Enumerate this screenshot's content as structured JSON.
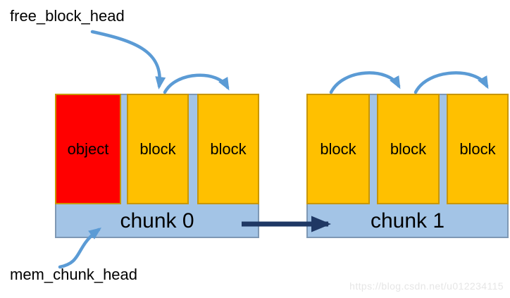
{
  "labels": {
    "free_block_head": "free_block_head",
    "mem_chunk_head": "mem_chunk_head"
  },
  "chunks": [
    {
      "label": "chunk 0",
      "blocks": [
        {
          "label": "object",
          "state": "allocated"
        },
        {
          "label": "block",
          "state": "free"
        },
        {
          "label": "block",
          "state": "free"
        }
      ]
    },
    {
      "label": "chunk 1",
      "blocks": [
        {
          "label": "block",
          "state": "free"
        },
        {
          "label": "block",
          "state": "free"
        },
        {
          "label": "block",
          "state": "free"
        }
      ]
    }
  ],
  "icons": {
    "free_block_head_pointer": "curved-arrow-icon",
    "free_list_links": "arc-arrow-icon",
    "chunk_link": "straight-arrow-icon",
    "mem_chunk_head_pointer": "s-curve-arrow-icon"
  },
  "watermark": "https://blog.csdn.net/u012234115",
  "colors": {
    "block_fill": "#FFC000",
    "block_border": "#C89600",
    "object_fill": "#FF0000",
    "chunk_fill": "#A3C4E6",
    "chunk_border": "#7E98B4",
    "pointer_arrow": "#5B9BD5",
    "chunk_link_arrow": "#1F3864",
    "text": "#000000",
    "watermark_text": "#E6E6E6"
  }
}
